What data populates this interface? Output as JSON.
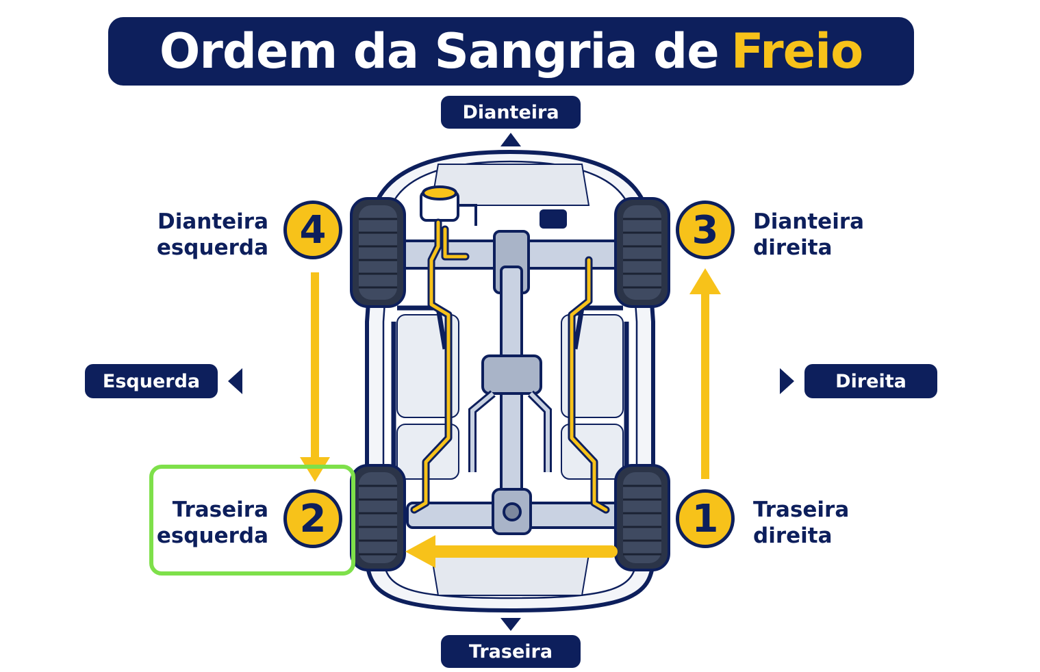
{
  "title": {
    "main": "Ordem da Sangria de",
    "highlight": "Freio"
  },
  "directions": {
    "front": "Dianteira",
    "rear": "Traseira",
    "left": "Esquerda",
    "right": "Direita"
  },
  "wheels": [
    {
      "order": "1",
      "line1": "Traseira",
      "line2": "direita"
    },
    {
      "order": "2",
      "line1": "Traseira",
      "line2": "esquerda"
    },
    {
      "order": "3",
      "line1": "Dianteira",
      "line2": "direita"
    },
    {
      "order": "4",
      "line1": "Dianteira",
      "line2": "esquerda"
    }
  ],
  "colors": {
    "navy": "#0d1f5c",
    "yellow": "#f7c21a",
    "highlight_green": "#7ee04a"
  },
  "highlighted_wheel": "2"
}
